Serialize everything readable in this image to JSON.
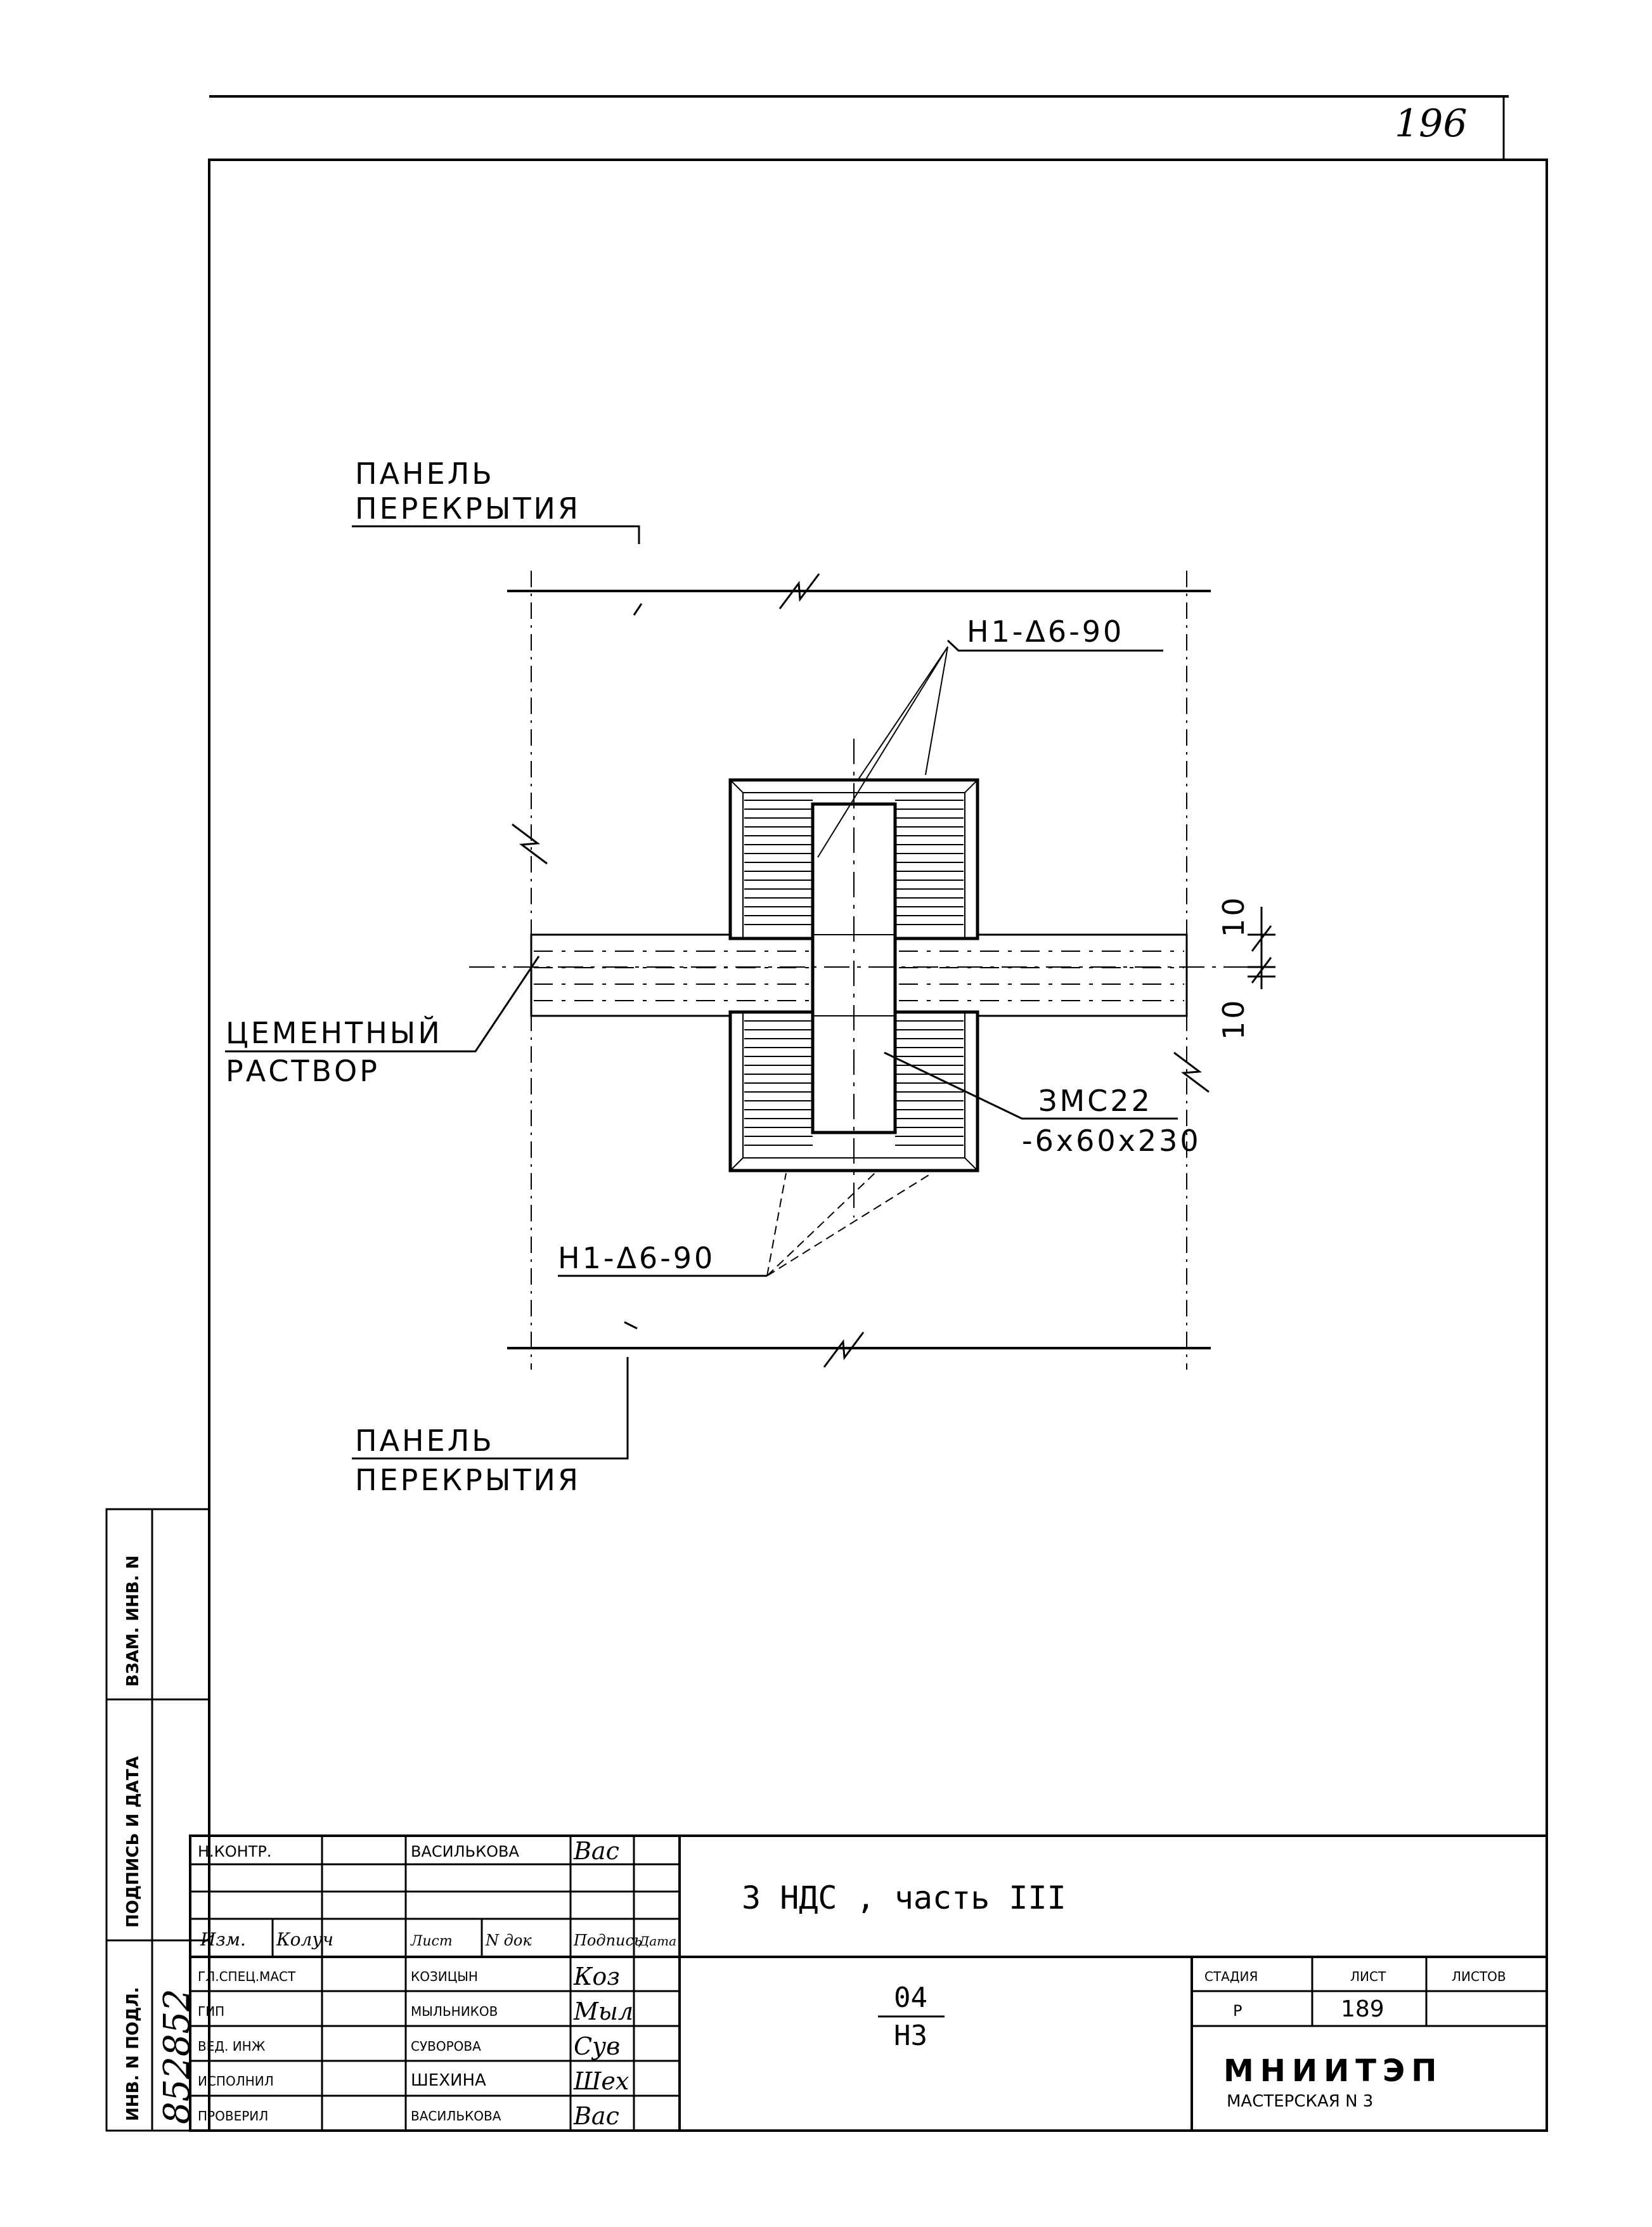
{
  "sheet_number": "196",
  "labels": {
    "panel_top_1": "ПАНЕЛЬ",
    "panel_top_2": "ПЕРЕКРЫТИЯ",
    "panel_bottom_1": "ПАНЕЛЬ",
    "panel_bottom_2": "ПЕРЕКРЫТИЯ",
    "mortar_1": "ЦЕМЕНТНЫЙ",
    "mortar_2": "РАСТВОР",
    "anchor_top": "Н1-Δ6-90",
    "anchor_bottom": "Н1-Δ6-90",
    "plate_1": "ЗМС22",
    "plate_2": "-6x60x230",
    "dim_left": "10",
    "dim_right": "10"
  },
  "side_stamp": {
    "inv_orig": "ИНВ. N ПОДЛ.",
    "signature_date": "ПОДПИСЬ И ДАТА",
    "replaces_inv": "ВЗАМ. ИНВ. N",
    "inv_number_hand": "852852"
  },
  "title_block": {
    "norm_control_role": "Н.КОНТР.",
    "norm_control_name": "ВАСИЛЬКОВА",
    "headers": {
      "izm": "Изм.",
      "koluch": "Колуч",
      "list": "Лист",
      "ndoc": "N док",
      "podpis": "Подпись",
      "data": "Дата"
    },
    "rows": [
      {
        "role": "ГЛ.СПЕЦ.МАСТ",
        "name": "КОЗИЦЫН"
      },
      {
        "role": "ГИП",
        "name": "МЫЛЬНИКОВ"
      },
      {
        "role": "ВЕД. ИНЖ",
        "name": "СУВОРОВА"
      },
      {
        "role": "ИСПОЛНИЛ",
        "name": "ШЕХИНА"
      },
      {
        "role": "ПРОВЕРИЛ",
        "name": "ВАСИЛЬКОВА"
      }
    ],
    "project": "3 НДС , часть III",
    "code_top": "04",
    "code_bottom": "Н3",
    "stage_label": "СТАДИЯ",
    "sheet_label": "ЛИСТ",
    "sheets_label": "ЛИСТОВ",
    "stage_value": "Р",
    "sheet_value": "189",
    "sheets_value": "",
    "org_name": "МНИИТЭП",
    "org_sub": "МАСТЕРСКАЯ N 3"
  }
}
